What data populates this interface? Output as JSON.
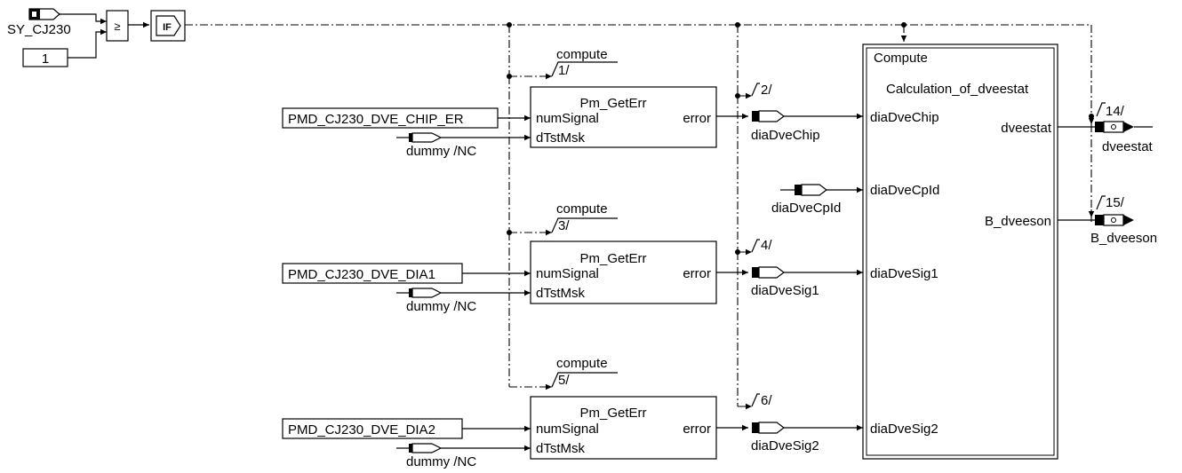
{
  "trigger": {
    "signal": "SY_CJ230",
    "constant": "1",
    "compare_symbol": "≥",
    "if_symbol": "IF"
  },
  "blocks": [
    {
      "title": "Pm_GetErr",
      "in1": "numSignal",
      "in2": "dTstMsk",
      "out": "error",
      "input": "PMD_CJ230_DVE_CHIP_ER",
      "dummy": "dummy /NC",
      "output": "diaDveChip",
      "compute": "compute",
      "seq_compute": "1/",
      "seq_out": "2/"
    },
    {
      "title": "Pm_GetErr",
      "in1": "numSignal",
      "in2": "dTstMsk",
      "out": "error",
      "input": "PMD_CJ230_DVE_DIA1",
      "dummy": "dummy /NC",
      "output": "diaDveSig1",
      "compute": "compute",
      "seq_compute": "3/",
      "seq_out": "4/"
    },
    {
      "title": "Pm_GetErr",
      "in1": "numSignal",
      "in2": "dTstMsk",
      "out": "error",
      "input": "PMD_CJ230_DVE_DIA2",
      "dummy": "dummy /NC",
      "output": "diaDveSig2",
      "compute": "compute",
      "seq_compute": "5/",
      "seq_out": "6/"
    }
  ],
  "compute_block": {
    "title": "Compute",
    "subtitle": "Calculation_of_dveestat",
    "inputs": [
      "diaDveChip",
      "diaDveCpId",
      "diaDveSig1",
      "diaDveSig2"
    ],
    "outputs": [
      "dveestat",
      "B_dveeson"
    ],
    "cpid_input": "diaDveCpId"
  },
  "outputs": [
    {
      "name": "dveestat",
      "seq": "14/"
    },
    {
      "name": "B_dveeson",
      "seq": "15/"
    }
  ]
}
